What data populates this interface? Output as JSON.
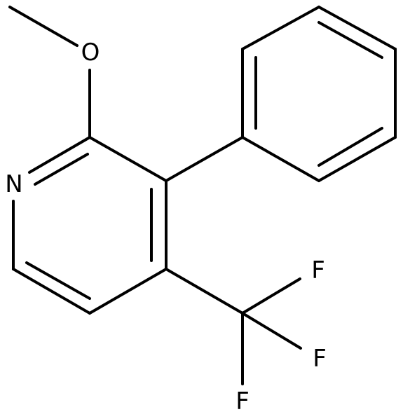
{
  "molecule": {
    "atoms": {
      "oxygen": "O",
      "nitrogen": "N",
      "fluorine_1": "F",
      "fluorine_2": "F",
      "fluorine_3": "F"
    },
    "colors": {
      "bond": "#000000",
      "label": "#000000",
      "background": "#ffffff"
    }
  }
}
